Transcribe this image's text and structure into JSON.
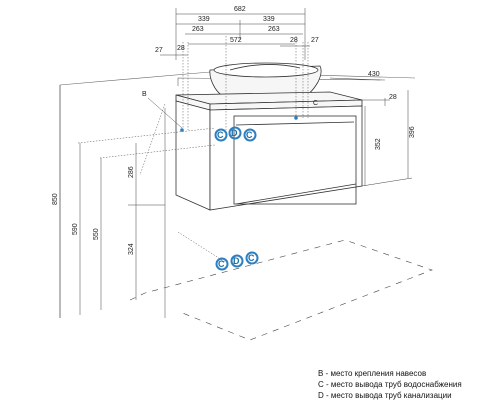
{
  "dimensions": {
    "top_total": "682",
    "half_left": "339",
    "half_right": "339",
    "inner_left": "263",
    "inner_right": "263",
    "basin_width": "572",
    "edge_left": "27",
    "edge_right": "27",
    "offset_left": "28",
    "offset_right": "28",
    "depth": "430",
    "top_thickness": "28",
    "front_height": "352",
    "side_height": "396",
    "total_height": "850",
    "height_590": "590",
    "height_550": "550",
    "height_286": "286",
    "height_324": "324"
  },
  "markers": {
    "mount": "B",
    "water_c": "C",
    "water_d": "D",
    "drain_c": "C",
    "drain_d": "D"
  },
  "legend": [
    {
      "text": "B - место крепления навесов"
    },
    {
      "text": "C - место вывода труб водоснабжения"
    },
    {
      "text": "D - место вывода труб канализации"
    }
  ],
  "colors": {
    "line": "#333333",
    "dimension": "#555555",
    "marker": "#2e7fc0"
  }
}
